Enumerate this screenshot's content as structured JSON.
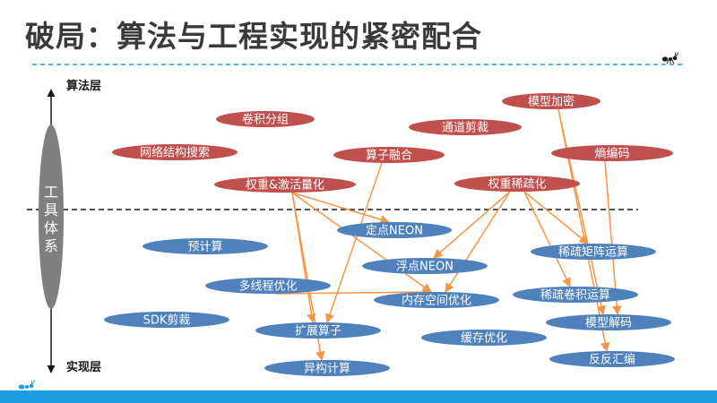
{
  "title": "破局：算法与工程实现的紧密配合",
  "layers": {
    "top": "算法层",
    "bottom": "实现层",
    "tool_chars": [
      "工",
      "具",
      "体",
      "系"
    ]
  },
  "colors": {
    "algorithm_node": "#c0504d",
    "implementation_node": "#4f81bd",
    "arrow": "#f79646",
    "divider_blue": "#1e9ce0",
    "tool_ellipse": "#7f7f7f",
    "axis": "#1a1a1a"
  },
  "icons": [
    "ant-icon"
  ],
  "algorithm_nodes": [
    {
      "id": "model_encrypt",
      "label": "模型加密"
    },
    {
      "id": "conv_group",
      "label": "卷积分组"
    },
    {
      "id": "channel_prune",
      "label": "通道剪裁"
    },
    {
      "id": "nas",
      "label": "网络结构搜索"
    },
    {
      "id": "op_fusion",
      "label": "算子融合"
    },
    {
      "id": "entropy_coding",
      "label": "熵编码"
    },
    {
      "id": "weight_act_quant",
      "label": "权重&激活量化"
    },
    {
      "id": "weight_sparse",
      "label": "权重稀疏化"
    }
  ],
  "implementation_nodes": [
    {
      "id": "fixed_neon",
      "label": "定点NEON"
    },
    {
      "id": "estimate",
      "label": "预计算"
    },
    {
      "id": "sparse_matmul",
      "label": "稀疏矩阵运算"
    },
    {
      "id": "float_neon",
      "label": "浮点NEON"
    },
    {
      "id": "multithread",
      "label": "多线程优化"
    },
    {
      "id": "mem_space",
      "label": "内存空间优化"
    },
    {
      "id": "sparse_conv",
      "label": "稀疏卷积运算"
    },
    {
      "id": "sdk_prune",
      "label": "SDK剪裁"
    },
    {
      "id": "extend_op",
      "label": "扩展算子"
    },
    {
      "id": "model_decode",
      "label": "模型解码"
    },
    {
      "id": "cache_opt",
      "label": "缓存优化"
    },
    {
      "id": "hetero_compute",
      "label": "异构计算"
    },
    {
      "id": "anti_assembly",
      "label": "反反汇编"
    }
  ],
  "links": [
    {
      "from": "weight_act_quant",
      "to": "fixed_neon"
    },
    {
      "from": "weight_act_quant",
      "to": "mem_space"
    },
    {
      "from": "weight_act_quant",
      "to": "extend_op"
    },
    {
      "from": "weight_act_quant",
      "to": "hetero_compute"
    },
    {
      "from": "op_fusion",
      "to": "extend_op"
    },
    {
      "from": "multithread",
      "to": "mem_space"
    },
    {
      "from": "weight_sparse",
      "to": "float_neon"
    },
    {
      "from": "weight_sparse",
      "to": "sparse_matmul"
    },
    {
      "from": "weight_sparse",
      "to": "mem_space"
    },
    {
      "from": "weight_sparse",
      "to": "sparse_conv"
    },
    {
      "from": "model_encrypt",
      "to": "anti_assembly"
    },
    {
      "from": "model_encrypt",
      "to": "model_decode"
    },
    {
      "from": "entropy_coding",
      "to": "model_decode"
    }
  ]
}
